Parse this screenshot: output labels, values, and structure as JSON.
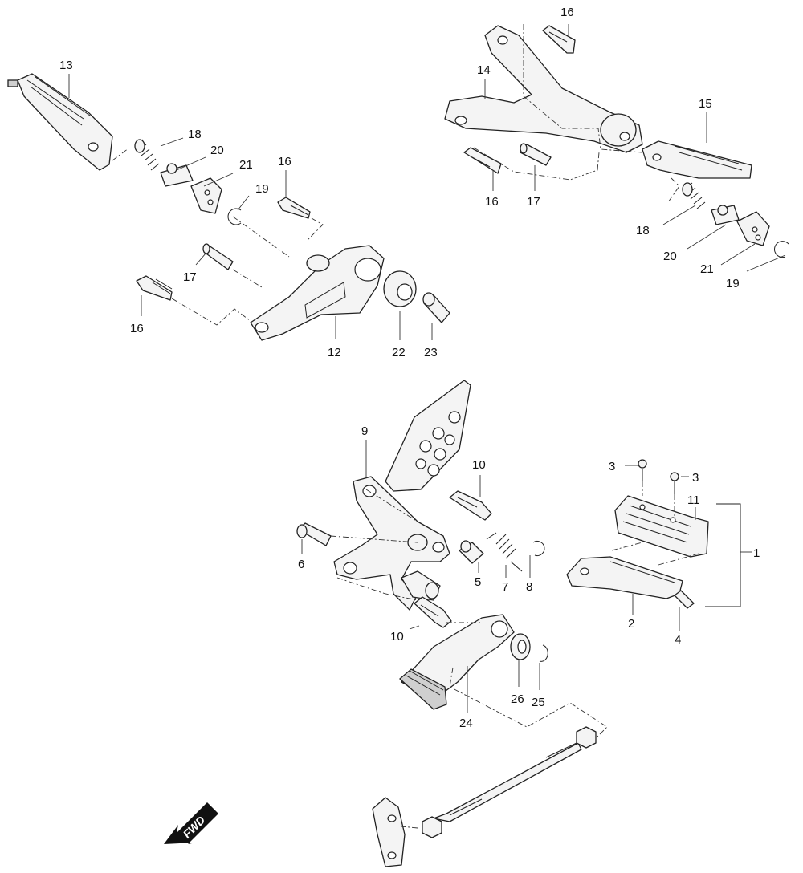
{
  "diagram": {
    "callouts": {
      "c1": "1",
      "c2": "2",
      "c3a": "3",
      "c3b": "3",
      "c4": "4",
      "c5": "5",
      "c6": "6",
      "c7": "7",
      "c8": "8",
      "c9": "9",
      "c10a": "10",
      "c10b": "10",
      "c11": "11",
      "c12": "12",
      "c13": "13",
      "c14": "14",
      "c15": "15",
      "c16a": "16",
      "c16b": "16",
      "c16c": "16",
      "c16d": "16",
      "c17a": "17",
      "c17b": "17",
      "c18a": "18",
      "c18b": "18",
      "c19a": "19",
      "c19b": "19",
      "c20a": "20",
      "c20b": "20",
      "c21a": "21",
      "c21b": "21",
      "c22": "22",
      "c23": "23",
      "c24": "24",
      "c25": "25",
      "c26": "26"
    },
    "direction_label": "FWD"
  }
}
